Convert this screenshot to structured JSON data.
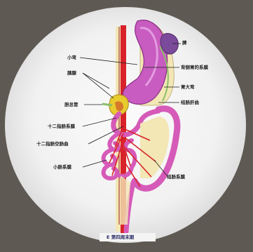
{
  "labels": {
    "spleen": "脾",
    "lesser_omentum": "小弯",
    "greater_omentum_root": "背侧胃的系膜",
    "pancreas": "胰腺",
    "greater_curvature": "胃大弯",
    "bile_duct": "胆总管",
    "transverse_colon_rotation": "结肠肝曲",
    "duodenum_mesentery": "十二指肠系膜",
    "duodenum_curve": "十二指肠空肠曲",
    "small_intestine_mesentery": "小肠系膜",
    "colon_mesentery": "结肠系膜"
  },
  "caption": "E 第四周末期",
  "colors": {
    "stomach": "#c85cc0",
    "intestine": "#d65ab8",
    "artery": "#d9232a",
    "cream": "#f2e7b5",
    "green": "#8bbf6a",
    "yellow": "#e8cc2f",
    "spleen": "#7c4a9a",
    "orange": "#d7782a"
  }
}
